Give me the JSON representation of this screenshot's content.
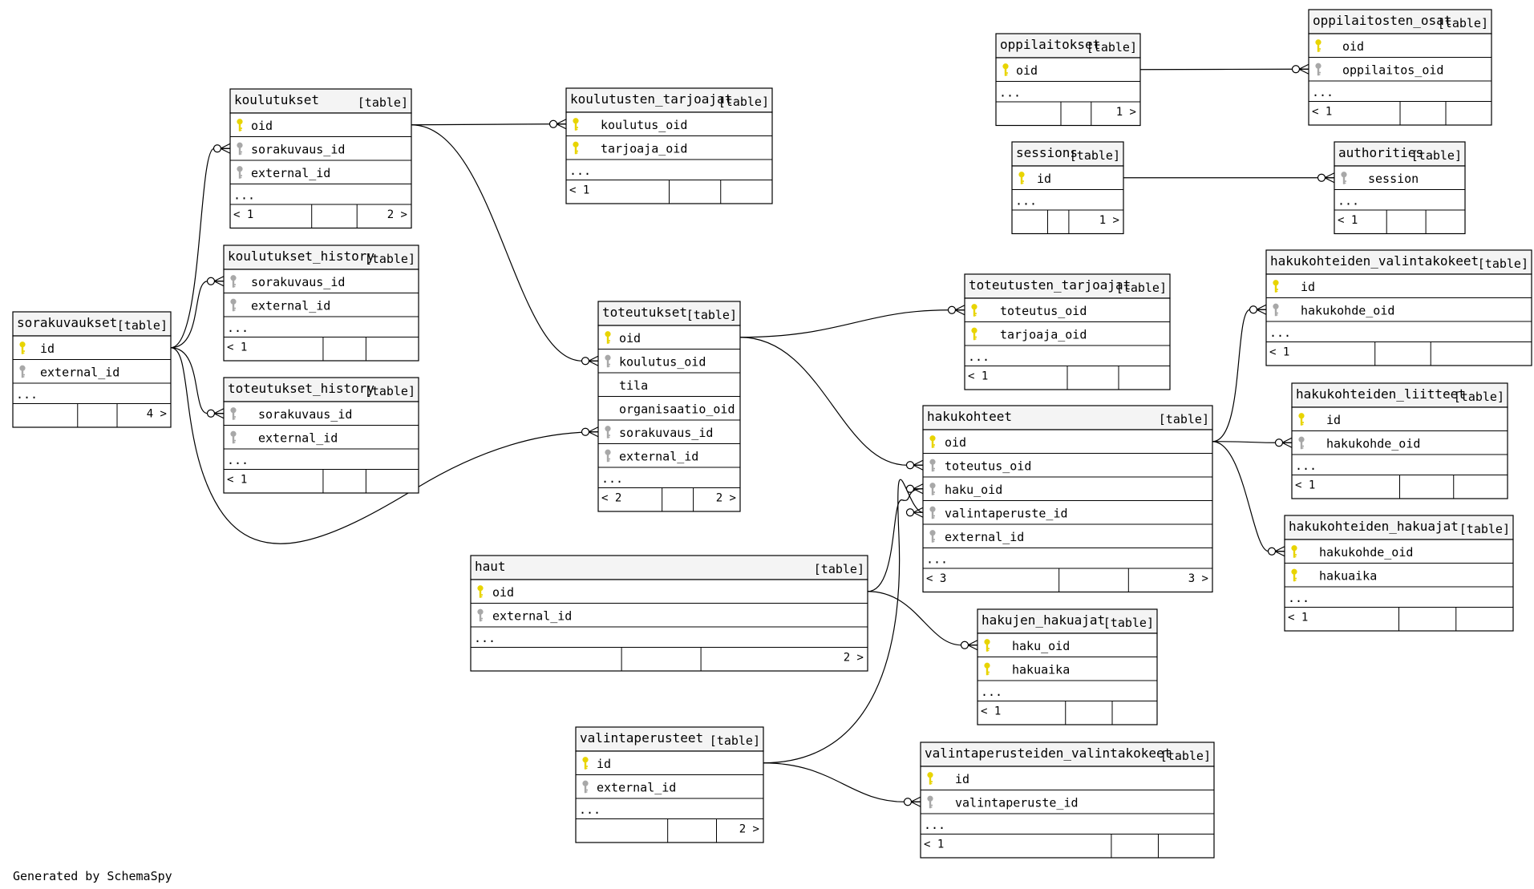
{
  "diagram": {
    "footer": "Generated by SchemaSpy",
    "tag_label": "[table]",
    "colors": {
      "pk_key": "#e8d400",
      "fk_key": "#a8a8a8",
      "header_bg": "#f4f4f4",
      "line": "#000000"
    },
    "tables": [
      {
        "id": "koulutukset",
        "name": "koulutukset",
        "columns": [
          {
            "name": "oid",
            "key": "pk"
          },
          {
            "name": "sorakuvaus_id",
            "key": "fk"
          },
          {
            "name": "external_id",
            "key": "fk"
          }
        ],
        "more": "...",
        "footer": [
          "< 1",
          "",
          "2 >"
        ]
      },
      {
        "id": "koulutusten_tarjoajat",
        "name": "koulutusten_tarjoajat",
        "columns": [
          {
            "name": "koulutus_oid",
            "key": "pk"
          },
          {
            "name": "tarjoaja_oid",
            "key": "pk"
          }
        ],
        "more": "...",
        "footer": [
          "< 1",
          "",
          ""
        ]
      },
      {
        "id": "oppilaitokset",
        "name": "oppilaitokset",
        "columns": [
          {
            "name": "oid",
            "key": "pk"
          }
        ],
        "more": "...",
        "footer": [
          "",
          "",
          "1 >"
        ]
      },
      {
        "id": "oppilaitosten_osat",
        "name": "oppilaitosten_osat",
        "columns": [
          {
            "name": "oid",
            "key": "pk"
          },
          {
            "name": "oppilaitos_oid",
            "key": "fk"
          }
        ],
        "more": "...",
        "footer": [
          "< 1",
          "",
          ""
        ]
      },
      {
        "id": "sessions",
        "name": "sessions",
        "columns": [
          {
            "name": "id",
            "key": "pk"
          }
        ],
        "more": "...",
        "footer": [
          "",
          "",
          "1 >"
        ]
      },
      {
        "id": "authorities",
        "name": "authorities",
        "columns": [
          {
            "name": "session",
            "key": "fk"
          }
        ],
        "more": "...",
        "footer": [
          "< 1",
          "",
          ""
        ]
      },
      {
        "id": "koulutukset_history",
        "name": "koulutukset_history",
        "columns": [
          {
            "name": "sorakuvaus_id",
            "key": "fk"
          },
          {
            "name": "external_id",
            "key": "fk"
          }
        ],
        "more": "...",
        "footer": [
          "< 1",
          "",
          ""
        ]
      },
      {
        "id": "sorakuvaukset",
        "name": "sorakuvaukset",
        "columns": [
          {
            "name": "id",
            "key": "pk"
          },
          {
            "name": "external_id",
            "key": "fk"
          }
        ],
        "more": "...",
        "footer": [
          "",
          "",
          "4 >"
        ]
      },
      {
        "id": "toteutukset_history",
        "name": "toteutukset_history",
        "columns": [
          {
            "name": "sorakuvaus_id",
            "key": "fk"
          },
          {
            "name": "external_id",
            "key": "fk"
          }
        ],
        "more": "...",
        "footer": [
          "< 1",
          "",
          ""
        ]
      },
      {
        "id": "toteutukset",
        "name": "toteutukset",
        "columns": [
          {
            "name": "oid",
            "key": "pk"
          },
          {
            "name": "koulutus_oid",
            "key": "fk"
          },
          {
            "name": "tila",
            "key": "none"
          },
          {
            "name": "organisaatio_oid",
            "key": "none"
          },
          {
            "name": "sorakuvaus_id",
            "key": "fk"
          },
          {
            "name": "external_id",
            "key": "fk"
          }
        ],
        "more": "...",
        "footer": [
          "< 2",
          "",
          "2 >"
        ]
      },
      {
        "id": "toteutusten_tarjoajat",
        "name": "toteutusten_tarjoajat",
        "columns": [
          {
            "name": "toteutus_oid",
            "key": "pk"
          },
          {
            "name": "tarjoaja_oid",
            "key": "pk"
          }
        ],
        "more": "...",
        "footer": [
          "< 1",
          "",
          ""
        ]
      },
      {
        "id": "hakukohteiden_valintakokeet",
        "name": "hakukohteiden_valintakokeet",
        "columns": [
          {
            "name": "id",
            "key": "pk"
          },
          {
            "name": "hakukohde_oid",
            "key": "fk"
          }
        ],
        "more": "...",
        "footer": [
          "< 1",
          "",
          ""
        ]
      },
      {
        "id": "hakukohteet",
        "name": "hakukohteet",
        "columns": [
          {
            "name": "oid",
            "key": "pk"
          },
          {
            "name": "toteutus_oid",
            "key": "fk"
          },
          {
            "name": "haku_oid",
            "key": "fk"
          },
          {
            "name": "valintaperuste_id",
            "key": "fk"
          },
          {
            "name": "external_id",
            "key": "fk"
          }
        ],
        "more": "...",
        "footer": [
          "< 3",
          "",
          "3 >"
        ]
      },
      {
        "id": "hakukohteiden_liitteet",
        "name": "hakukohteiden_liitteet",
        "columns": [
          {
            "name": "id",
            "key": "pk"
          },
          {
            "name": "hakukohde_oid",
            "key": "fk"
          }
        ],
        "more": "...",
        "footer": [
          "< 1",
          "",
          ""
        ]
      },
      {
        "id": "hakukohteiden_hakuajat",
        "name": "hakukohteiden_hakuajat",
        "columns": [
          {
            "name": "hakukohde_oid",
            "key": "pk"
          },
          {
            "name": "hakuaika",
            "key": "pk"
          }
        ],
        "more": "...",
        "footer": [
          "< 1",
          "",
          ""
        ]
      },
      {
        "id": "haut",
        "name": "haut",
        "columns": [
          {
            "name": "oid",
            "key": "pk"
          },
          {
            "name": "external_id",
            "key": "fk"
          }
        ],
        "more": "...",
        "footer": [
          "",
          "",
          "2 >"
        ]
      },
      {
        "id": "hakujen_hakuajat",
        "name": "hakujen_hakuajat",
        "columns": [
          {
            "name": "haku_oid",
            "key": "pk"
          },
          {
            "name": "hakuaika",
            "key": "pk"
          }
        ],
        "more": "...",
        "footer": [
          "< 1",
          "",
          ""
        ]
      },
      {
        "id": "valintaperusteet",
        "name": "valintaperusteet",
        "columns": [
          {
            "name": "id",
            "key": "pk"
          },
          {
            "name": "external_id",
            "key": "fk"
          }
        ],
        "more": "...",
        "footer": [
          "",
          "",
          "2 >"
        ]
      },
      {
        "id": "valintaperusteiden_valintakokeet",
        "name": "valintaperusteiden_valintakokeet",
        "columns": [
          {
            "name": "id",
            "key": "pk"
          },
          {
            "name": "valintaperuste_id",
            "key": "fk"
          }
        ],
        "more": "...",
        "footer": [
          "< 1",
          "",
          ""
        ]
      }
    ],
    "relationships": [
      {
        "from": "koulutukset",
        "from_col": "oid",
        "to": "koulutusten_tarjoajat",
        "to_col": "koulutus_oid"
      },
      {
        "from": "koulutukset",
        "from_col": "oid",
        "to": "toteutukset",
        "to_col": "koulutus_oid"
      },
      {
        "from": "oppilaitokset",
        "from_col": "oid",
        "to": "oppilaitosten_osat",
        "to_col": "oppilaitos_oid"
      },
      {
        "from": "sessions",
        "from_col": "id",
        "to": "authorities",
        "to_col": "session"
      },
      {
        "from": "sorakuvaukset",
        "from_col": "id",
        "to": "koulutukset",
        "to_col": "sorakuvaus_id"
      },
      {
        "from": "sorakuvaukset",
        "from_col": "id",
        "to": "koulutukset_history",
        "to_col": "sorakuvaus_id"
      },
      {
        "from": "sorakuvaukset",
        "from_col": "id",
        "to": "toteutukset_history",
        "to_col": "sorakuvaus_id"
      },
      {
        "from": "sorakuvaukset",
        "from_col": "id",
        "to": "toteutukset",
        "to_col": "sorakuvaus_id"
      },
      {
        "from": "toteutukset",
        "from_col": "oid",
        "to": "toteutusten_tarjoajat",
        "to_col": "toteutus_oid"
      },
      {
        "from": "toteutukset",
        "from_col": "oid",
        "to": "hakukohteet",
        "to_col": "toteutus_oid"
      },
      {
        "from": "hakukohteet",
        "from_col": "oid",
        "to": "hakukohteiden_valintakokeet",
        "to_col": "hakukohde_oid"
      },
      {
        "from": "hakukohteet",
        "from_col": "oid",
        "to": "hakukohteiden_liitteet",
        "to_col": "hakukohde_oid"
      },
      {
        "from": "hakukohteet",
        "from_col": "oid",
        "to": "hakukohteiden_hakuajat",
        "to_col": "hakukohde_oid"
      },
      {
        "from": "haut",
        "from_col": "oid",
        "to": "hakukohteet",
        "to_col": "haku_oid"
      },
      {
        "from": "haut",
        "from_col": "oid",
        "to": "hakujen_hakuajat",
        "to_col": "haku_oid"
      },
      {
        "from": "valintaperusteet",
        "from_col": "id",
        "to": "hakukohteet",
        "to_col": "valintaperuste_id"
      },
      {
        "from": "valintaperusteet",
        "from_col": "id",
        "to": "valintaperusteiden_valintakokeet",
        "to_col": "valintaperuste_id"
      }
    ]
  }
}
